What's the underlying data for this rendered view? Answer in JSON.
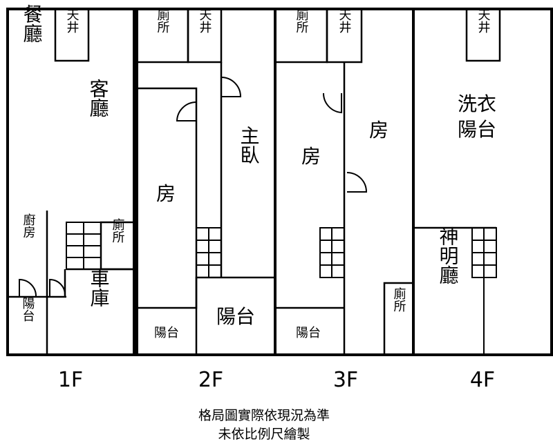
{
  "floors": [
    {
      "name": "1F",
      "rooms": {
        "dining": "餐廳",
        "skylight": "天井",
        "living": "客廳",
        "kitchen": "廚房",
        "toilet": "廁所",
        "balcony": "陽台",
        "garage": "車庫"
      }
    },
    {
      "name": "2F",
      "rooms": {
        "toilet": "廁所",
        "skylight": "天井",
        "bedroom": "房",
        "master": "主臥",
        "balcony_small": "陽台",
        "balcony_large": "陽台"
      }
    },
    {
      "name": "3F",
      "rooms": {
        "toilet_top": "廁所",
        "skylight": "天井",
        "bedroom_left": "房",
        "bedroom_right": "房",
        "balcony": "陽台",
        "toilet_bottom": "廁所"
      }
    },
    {
      "name": "4F",
      "rooms": {
        "skylight": "天井",
        "laundry": "洗衣陽台",
        "shrine": "神明廳"
      }
    }
  ],
  "note": {
    "line1": "格局圖實際依現況為準",
    "line2": "未依比例尺繪製"
  }
}
